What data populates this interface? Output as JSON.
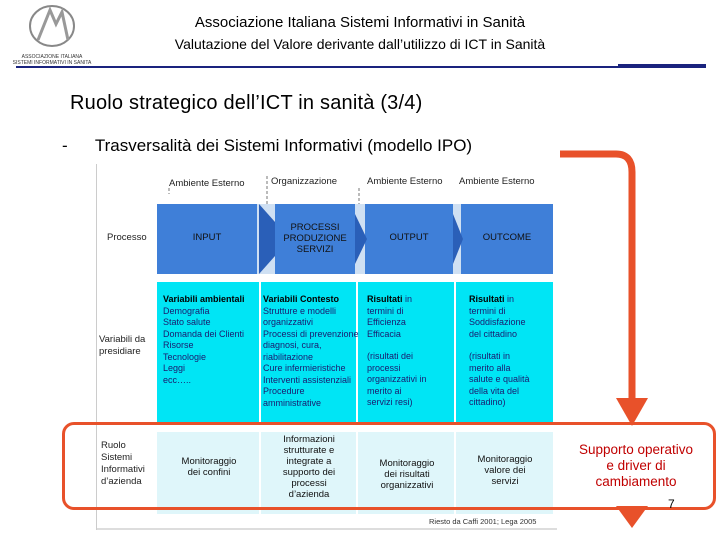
{
  "header": {
    "title": "Associazione Italiana Sistemi Informativi in Sanità",
    "subtitle": "Valutazione del Valore derivante dall’utilizzo di ICT in Sanità",
    "logo_text": "ASSOCIAZIONE ITALIANA SISTEMI INFORMATIVI IN SANITA"
  },
  "slide": {
    "title": "Ruolo strategico dell’ICT in sanità (3/4)",
    "bullet_marker": "-",
    "bullet": "Trasversalità dei Sistemi Informativi (modello IPO)"
  },
  "diagram": {
    "top_labels": [
      "Ambiente Esterno",
      "Organizzazione",
      "Ambiente Esterno",
      "Ambiente Esterno"
    ],
    "row_labels": {
      "processo": "Processo",
      "variabili": [
        "Variabili da",
        "presidiare"
      ],
      "ruolo": [
        "Ruolo",
        "Sistemi",
        "Informativi",
        "d’azienda"
      ]
    },
    "process_steps": [
      "INPUT",
      "PROCESSI",
      "PRODUZIONE",
      "SERVIZI",
      "OUTPUT",
      "OUTCOME"
    ],
    "variabili": {
      "col1": [
        "Variabili ambientali",
        "Demografia",
        "Stato salute",
        "Domanda dei Clienti",
        "Risorse",
        "Tecnologie",
        "Leggi",
        "ecc….."
      ],
      "col2": [
        "Variabili Contesto",
        "Strutture e modelli",
        "organizzativi",
        "Processi di prevenzione",
        "diagnosi, cura,",
        "riabilitazione",
        "Cure infermieristiche",
        "Interventi assistenziali",
        "Procedure",
        "amministrative"
      ],
      "col3": [
        "Risultati",
        " in",
        "termini di",
        "Efficienza",
        "Efficacia",
        "",
        "(risultati dei",
        "processi",
        "organizzativi in",
        "merito ai",
        "servizi resi)"
      ],
      "col4": [
        "Risultati",
        " in",
        "termini di",
        "Soddisfazione",
        "del cittadino",
        "",
        "(risultati in",
        "merito alla",
        "salute e qualità",
        "della vita del",
        "cittadino)"
      ]
    },
    "ruolo": {
      "col1": [
        "Monitoraggio",
        "dei confini"
      ],
      "col2": [
        "Informazioni",
        "strutturate e",
        "integrate a",
        "supporto dei",
        "processi",
        "d’azienda"
      ],
      "col3": [
        "Monitoraggio",
        "dei risultati",
        "organizzativi"
      ],
      "col4": [
        "Monitoraggio",
        "valore dei",
        "servizi"
      ]
    },
    "source": "Riesto da Caffi 2001; Lega 2005"
  },
  "callout": [
    "Supporto operativo",
    "e driver di",
    "cambiamento"
  ],
  "page_number": "7",
  "colors": {
    "accent": "#e8512a",
    "callout_text": "#c00000",
    "process_blue": "#3f7fd8",
    "variable_cyan": "#00e5f5",
    "ruolo_light": "#dff6fa",
    "header_rule": "#1a237e"
  }
}
